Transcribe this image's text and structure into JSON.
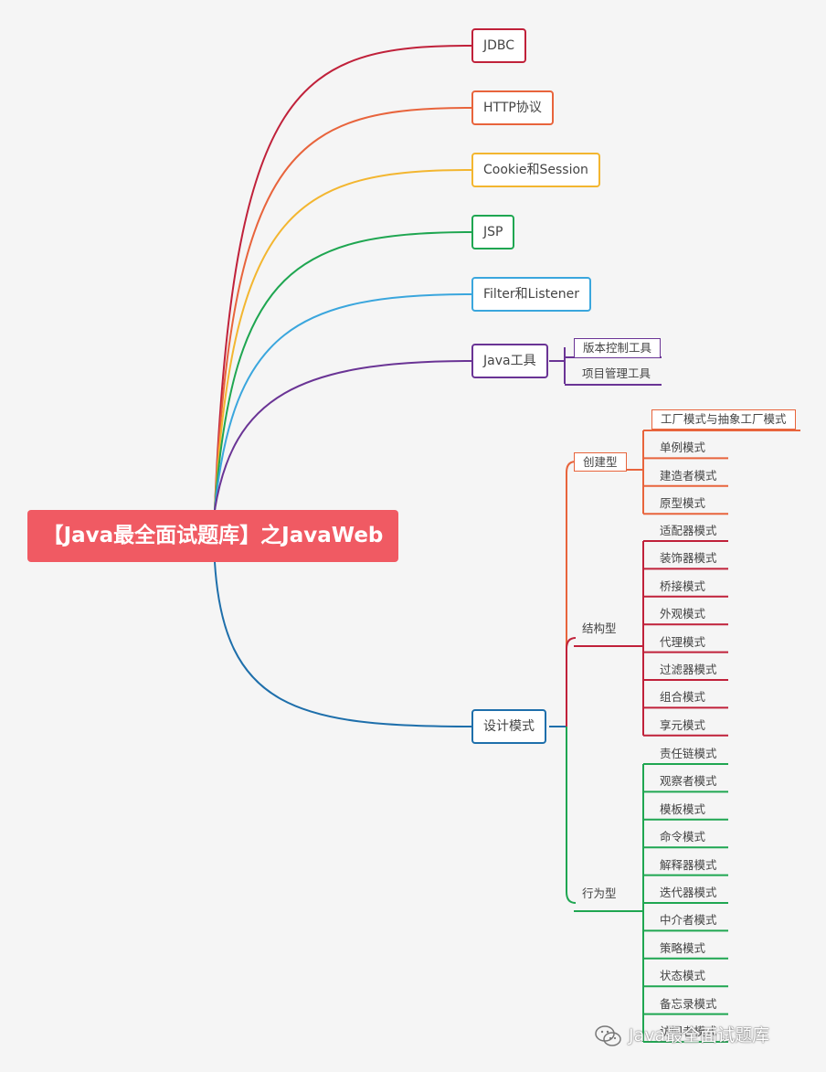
{
  "root": {
    "label": "【Java最全面试题库】之JavaWeb"
  },
  "colors": {
    "jdbc": "#c0213a",
    "http": "#e8643c",
    "cookie": "#f3b630",
    "jsp": "#1fa651",
    "filter": "#3aa6dd",
    "tools": "#6a3495",
    "patterns": "#1e6fab",
    "creational": "#e8643c",
    "structural": "#c0213a",
    "behavioral": "#1fa651"
  },
  "topics": [
    {
      "key": "jdbc",
      "label": "JDBC"
    },
    {
      "key": "http",
      "label": "HTTP协议"
    },
    {
      "key": "cookie",
      "label": "Cookie和Session"
    },
    {
      "key": "jsp",
      "label": "JSP"
    },
    {
      "key": "filter",
      "label": "Filter和Listener"
    },
    {
      "key": "tools",
      "label": "Java工具",
      "children": [
        "版本控制工具",
        "项目管理工具"
      ]
    },
    {
      "key": "patterns",
      "label": "设计模式"
    }
  ],
  "design_patterns": {
    "creational": {
      "label": "创建型",
      "items": [
        "工厂模式与抽象工厂模式",
        "单例模式",
        "建造者模式",
        "原型模式"
      ]
    },
    "structural": {
      "label": "结构型",
      "items": [
        "适配器模式",
        "装饰器模式",
        "桥接模式",
        "外观模式",
        "代理模式",
        "过滤器模式",
        "组合模式",
        "享元模式"
      ]
    },
    "behavioral": {
      "label": "行为型",
      "items": [
        "责任链模式",
        "观察者模式",
        "模板模式",
        "命令模式",
        "解释器模式",
        "迭代器模式",
        "中介者模式",
        "策略模式",
        "状态模式",
        "备忘录模式",
        "访问者模式"
      ]
    }
  },
  "watermark": {
    "text": "Java最全面试题库"
  }
}
